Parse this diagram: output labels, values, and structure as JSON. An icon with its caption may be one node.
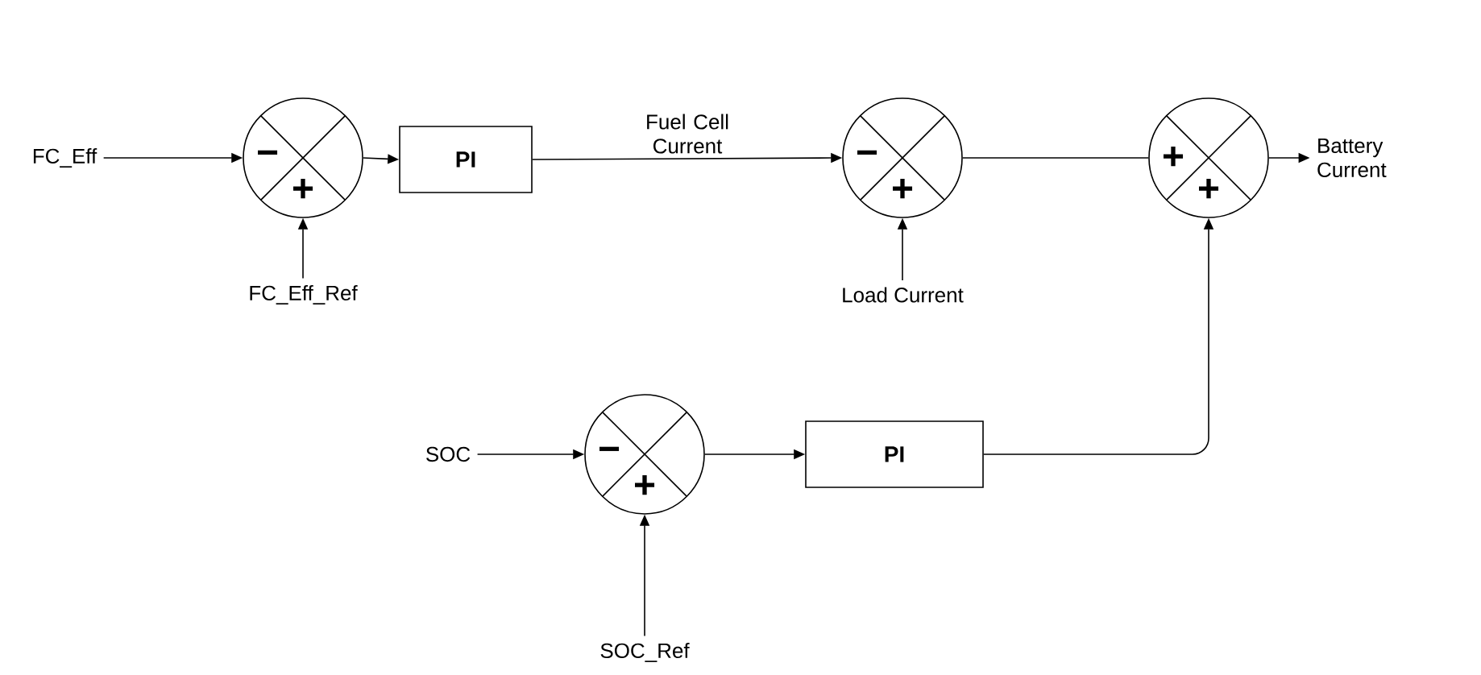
{
  "diagram": {
    "nodes": [
      {
        "text": [
          "FC_Eff"
        ]
      },
      {
        "text": [
          "−",
          "+"
        ]
      },
      {
        "text": [
          "PI"
        ]
      },
      {
        "text": [
          "−",
          "+"
        ]
      },
      {
        "text": [
          "+",
          "+"
        ]
      },
      {
        "text": [
          "Battery Current"
        ]
      },
      {
        "text": [
          "FC_Eff_Ref"
        ]
      },
      {
        "text": [
          "Load Current"
        ]
      },
      {
        "text": [
          "SOC"
        ]
      },
      {
        "text": [
          "−",
          "+"
        ]
      },
      {
        "text": [
          "PI"
        ]
      },
      {
        "text": [
          "SOC_Ref"
        ]
      }
    ],
    "edges": [
      {
        "from": 0,
        "to": 1,
        "arrow": "to"
      },
      {
        "from": 6,
        "to": 1,
        "arrow": "to"
      },
      {
        "from": 1,
        "to": 2,
        "arrow": "to"
      },
      {
        "from": 2,
        "to": 3,
        "arrow": "to",
        "label": "Fuel Cell Current"
      },
      {
        "from": 7,
        "to": 3,
        "arrow": "to"
      },
      {
        "from": 3,
        "to": 4,
        "arrow": "none"
      },
      {
        "from": 4,
        "to": 5,
        "arrow": "to"
      },
      {
        "from": 8,
        "to": 9,
        "arrow": "to"
      },
      {
        "from": 11,
        "to": 9,
        "arrow": "to"
      },
      {
        "from": 9,
        "to": 10,
        "arrow": "to"
      },
      {
        "from": 10,
        "to": 4,
        "arrow": "to"
      }
    ]
  }
}
